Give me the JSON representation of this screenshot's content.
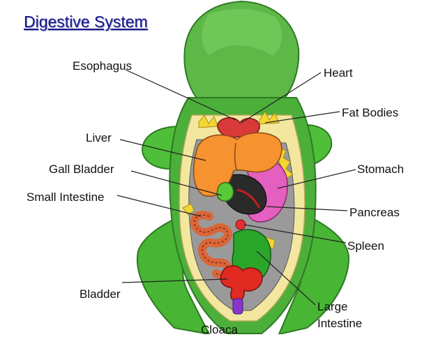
{
  "title": "Digestive System",
  "labels": {
    "esophagus": "Esophagus",
    "heart": "Heart",
    "fat_bodies": "Fat Bodies",
    "liver": "Liver",
    "gall_bladder": "Gall Bladder",
    "stomach": "Stomach",
    "small_intestine": "Small Intestine",
    "pancreas": "Pancreas",
    "spleen": "Spleen",
    "bladder": "Bladder",
    "large_intestine_1": "Large",
    "large_intestine_2": "Intestine",
    "cloaca": "Cloaca"
  },
  "colors": {
    "skin_green": "#4caf3a",
    "body_yellow": "#f3e7a0",
    "liver_orange": "#f6922f",
    "stomach_pink": "#e35fc0",
    "intestine": "#d9663a",
    "bladder_red": "#e02a22",
    "cloaca_purple": "#8a35c9",
    "title_blue": "#1a1a8a"
  }
}
